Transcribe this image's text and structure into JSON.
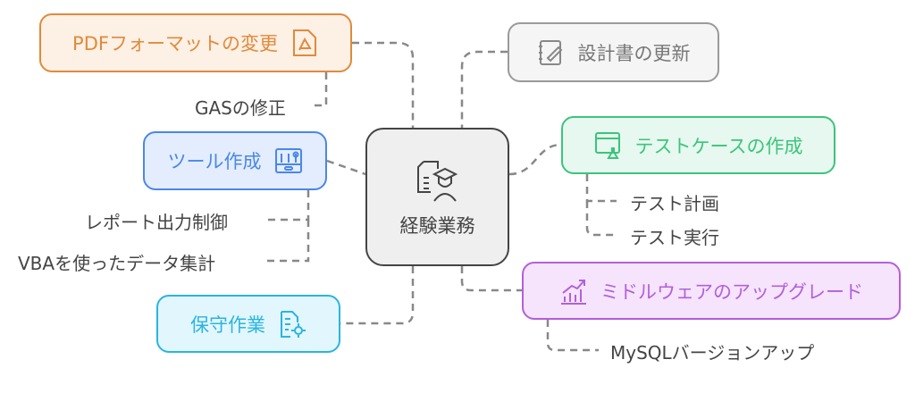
{
  "center": {
    "label": "経験業務",
    "icon": "document-graduate-icon"
  },
  "branches": [
    {
      "id": "pdf",
      "label": "PDFフォーマットの変更",
      "icon": "pdf-icon",
      "color": "#e08a3c",
      "children": [
        "GASの修正"
      ]
    },
    {
      "id": "design",
      "label": "設計書の更新",
      "icon": "notebook-pen-icon",
      "color": "#9a9a9a",
      "children": []
    },
    {
      "id": "tool",
      "label": "ツール作成",
      "icon": "toolbox-icon",
      "color": "#4a87e8",
      "children": [
        "レポート出力制御",
        "VBAを使ったデータ集計"
      ]
    },
    {
      "id": "testcase",
      "label": "テストケースの作成",
      "icon": "browser-flask-icon",
      "color": "#3cc47c",
      "children": [
        "テスト計画",
        "テスト実行"
      ]
    },
    {
      "id": "middleware",
      "label": "ミドルウェアのアップグレード",
      "icon": "growth-chart-icon",
      "color": "#b35fdc",
      "children": [
        "MySQLバージョンアップ"
      ]
    },
    {
      "id": "maintenance",
      "label": "保守作業",
      "icon": "document-gear-icon",
      "color": "#2bb4e0",
      "children": []
    }
  ]
}
